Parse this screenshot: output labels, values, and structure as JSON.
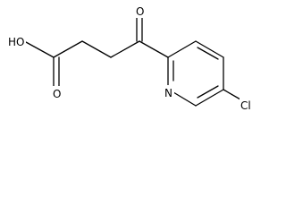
{
  "structure": {
    "atoms": {
      "hydroxyl": "HO",
      "acid_carbonyl_oxygen": "O",
      "ketone_oxygen": "O",
      "ring_nitrogen": "N",
      "chlorine": "Cl"
    }
  }
}
